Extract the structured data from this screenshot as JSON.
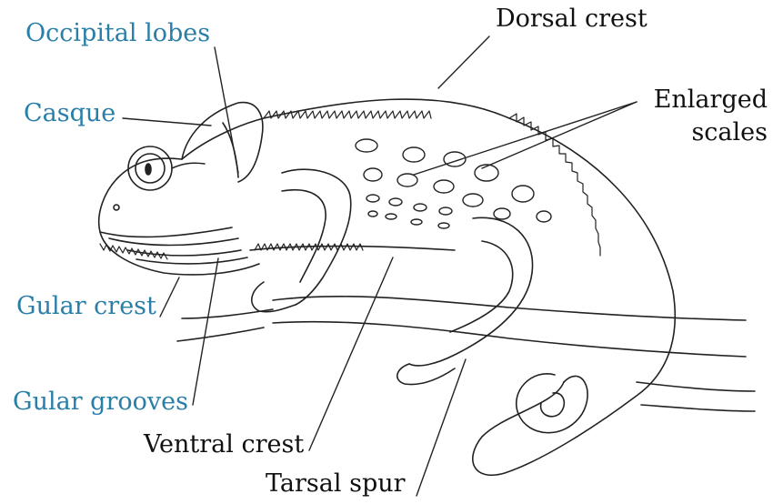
{
  "labels": {
    "occipital_lobes": "Occipital lobes",
    "casque": "Casque",
    "dorsal_crest": "Dorsal crest",
    "enlarged_scales_line1": "Enlarged",
    "enlarged_scales_line2": "scales",
    "gular_crest": "Gular crest",
    "gular_grooves": "Gular grooves",
    "ventral_crest": "Ventral crest",
    "tarsal_spur": "Tarsal spur"
  },
  "colors": {
    "head_label_text": "#2a7fa8",
    "body_label_text": "#111111",
    "line_art": "#222222",
    "background": "#ffffff"
  }
}
